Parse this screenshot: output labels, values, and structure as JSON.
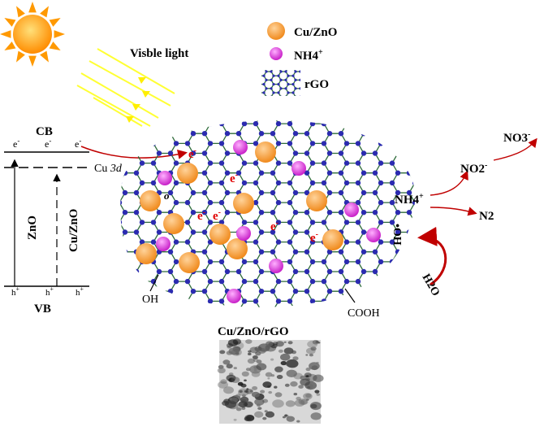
{
  "light": {
    "label": "Visble light"
  },
  "legend": [
    {
      "label": "Cu/ZnO"
    },
    {
      "label": "NH4",
      "sup": "+"
    },
    {
      "label": "rGO"
    }
  ],
  "band": {
    "cb": "CB",
    "vb": "VB",
    "electron": "e",
    "electron_sup": "-",
    "hole": "h",
    "hole_sup": "+",
    "cu3d": "Cu ",
    "cu3d_italic": "3d",
    "zno": "ZnO",
    "cuzno": "Cu/ZnO"
  },
  "sheet": {
    "oh": "OH",
    "cooh": "COOH",
    "o": "o",
    "nh4": "NH4",
    "nh4_sup": "+",
    "radical_oh": "•OH"
  },
  "products": {
    "no2": "NO2",
    "no2_sup": "-",
    "no3": "NO3",
    "no3_sup": "-",
    "n2": "N2",
    "h2o": "H2O"
  },
  "tem": {
    "label": "Cu/ZnO/rGO"
  },
  "colors": {
    "sun": "#ff9900",
    "light_ray": "#ffff00",
    "cuzno": "#f7a541",
    "nh4": "#e040e0",
    "rgo_node": "#2b2bb0",
    "rgo_bond": "#2e6b3a",
    "arrow_red": "#c00000",
    "electron_red": "#e00000"
  }
}
